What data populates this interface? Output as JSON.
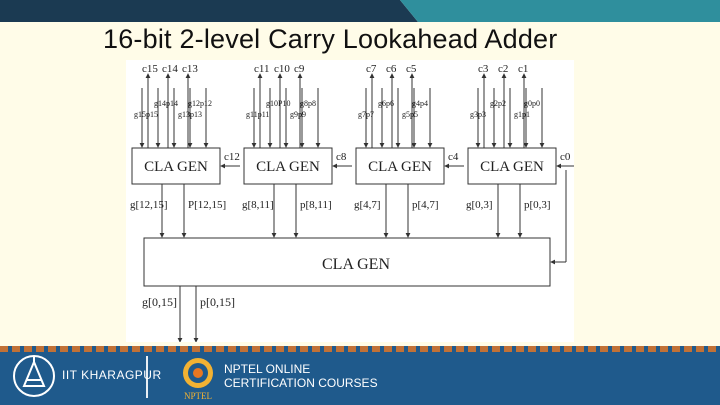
{
  "title": "16-bit 2-level Carry Lookahead Adder",
  "colors": {
    "footer": "#1f5a8c",
    "accent": "#e87722",
    "band_dark": "#1b3a52",
    "band_teal": "#2f8f9d"
  },
  "diagram": {
    "group_label": "CLA GEN",
    "top_label": "CLA GEN",
    "groups": [
      {
        "carries": [
          "c15",
          "c14",
          "c13"
        ],
        "pg_top": [
          "g14p14",
          "g12p12"
        ],
        "pg_bot": [
          "g15p15",
          "g13p13"
        ],
        "cin": "c12",
        "g_out": "g[12,15]",
        "p_out": "P[12,15]"
      },
      {
        "carries": [
          "c11",
          "c10",
          "c9"
        ],
        "pg_top": [
          "g10P10",
          "g8p8"
        ],
        "pg_bot": [
          "g11p11",
          "g9p9"
        ],
        "cin": "c8",
        "g_out": "g[8,11]",
        "p_out": "p[8,11]"
      },
      {
        "carries": [
          "c7",
          "c6",
          "c5"
        ],
        "pg_top": [
          "g6p6",
          "g4p4"
        ],
        "pg_bot": [
          "g7p7",
          "g5p5"
        ],
        "cin": "c4",
        "g_out": "g[4,7]",
        "p_out": "p[4,7]"
      },
      {
        "carries": [
          "c3",
          "c2",
          "c1"
        ],
        "pg_top": [
          "g2p2",
          "g0p0"
        ],
        "pg_bot": [
          "g3p3",
          "g1p1"
        ],
        "cin": "c0",
        "g_out": "g[0,3]",
        "p_out": "p[0,3]"
      }
    ],
    "final_g": "g[0,15]",
    "final_p": "p[0,15]"
  },
  "footer": {
    "institute": "IIT KHARAGPUR",
    "nptel_line1": "NPTEL ONLINE",
    "nptel_line2": "CERTIFICATION COURSES",
    "nptel_logo_text": "NPTEL"
  }
}
